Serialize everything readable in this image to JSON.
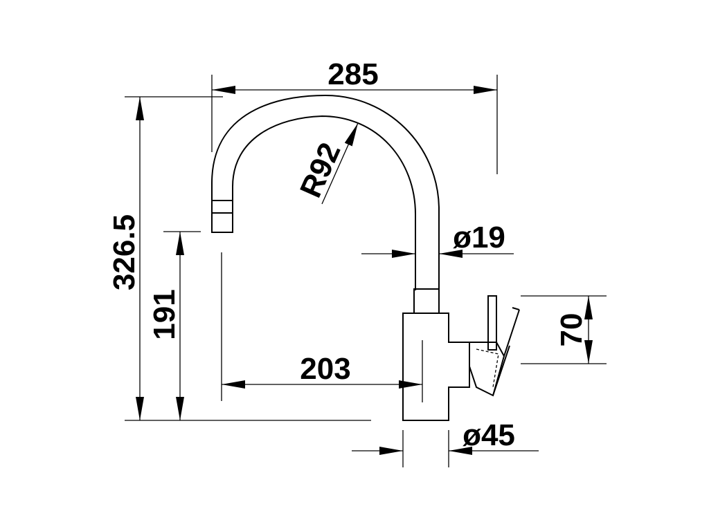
{
  "drawing": {
    "subject": "kitchen faucet dimension drawing",
    "line_color": "#000000",
    "background_color": "#ffffff"
  },
  "dimensions": {
    "spout_reach_top": "285",
    "arc_radius": "R92",
    "total_height": "326.5",
    "spout_outlet_height": "191",
    "spout_projection": "203",
    "spout_diameter": "ø19",
    "handle_height": "70",
    "base_diameter": "ø45"
  }
}
